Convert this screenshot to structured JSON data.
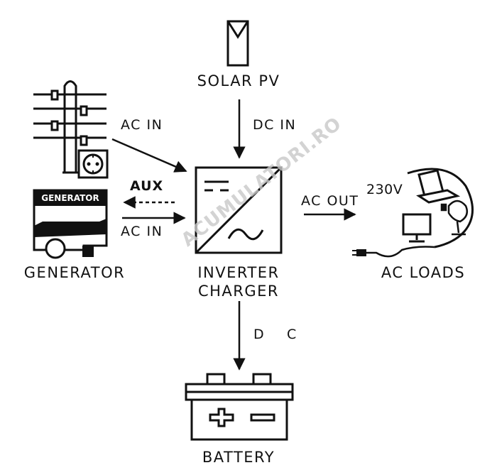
{
  "labels": {
    "solar_pv": "SOLAR PV",
    "dc_in": "DC IN",
    "ac_in_grid": "AC IN",
    "aux": "AUX",
    "ac_in_generator": "AC IN",
    "generator": "GENERATOR",
    "generator_plate": "GENERATOR",
    "inverter_line1": "INVERTER",
    "inverter_line2": "CHARGER",
    "ac_out": "AC OUT",
    "voltage": "230V",
    "ac_loads": "AC LOADS",
    "dc_left": "D",
    "dc_right": "C",
    "battery": "BATTERY",
    "watermark": "ACUMULATORI.RO"
  },
  "colors": {
    "ink": "#111111",
    "watermark": "#c9c9c9"
  }
}
